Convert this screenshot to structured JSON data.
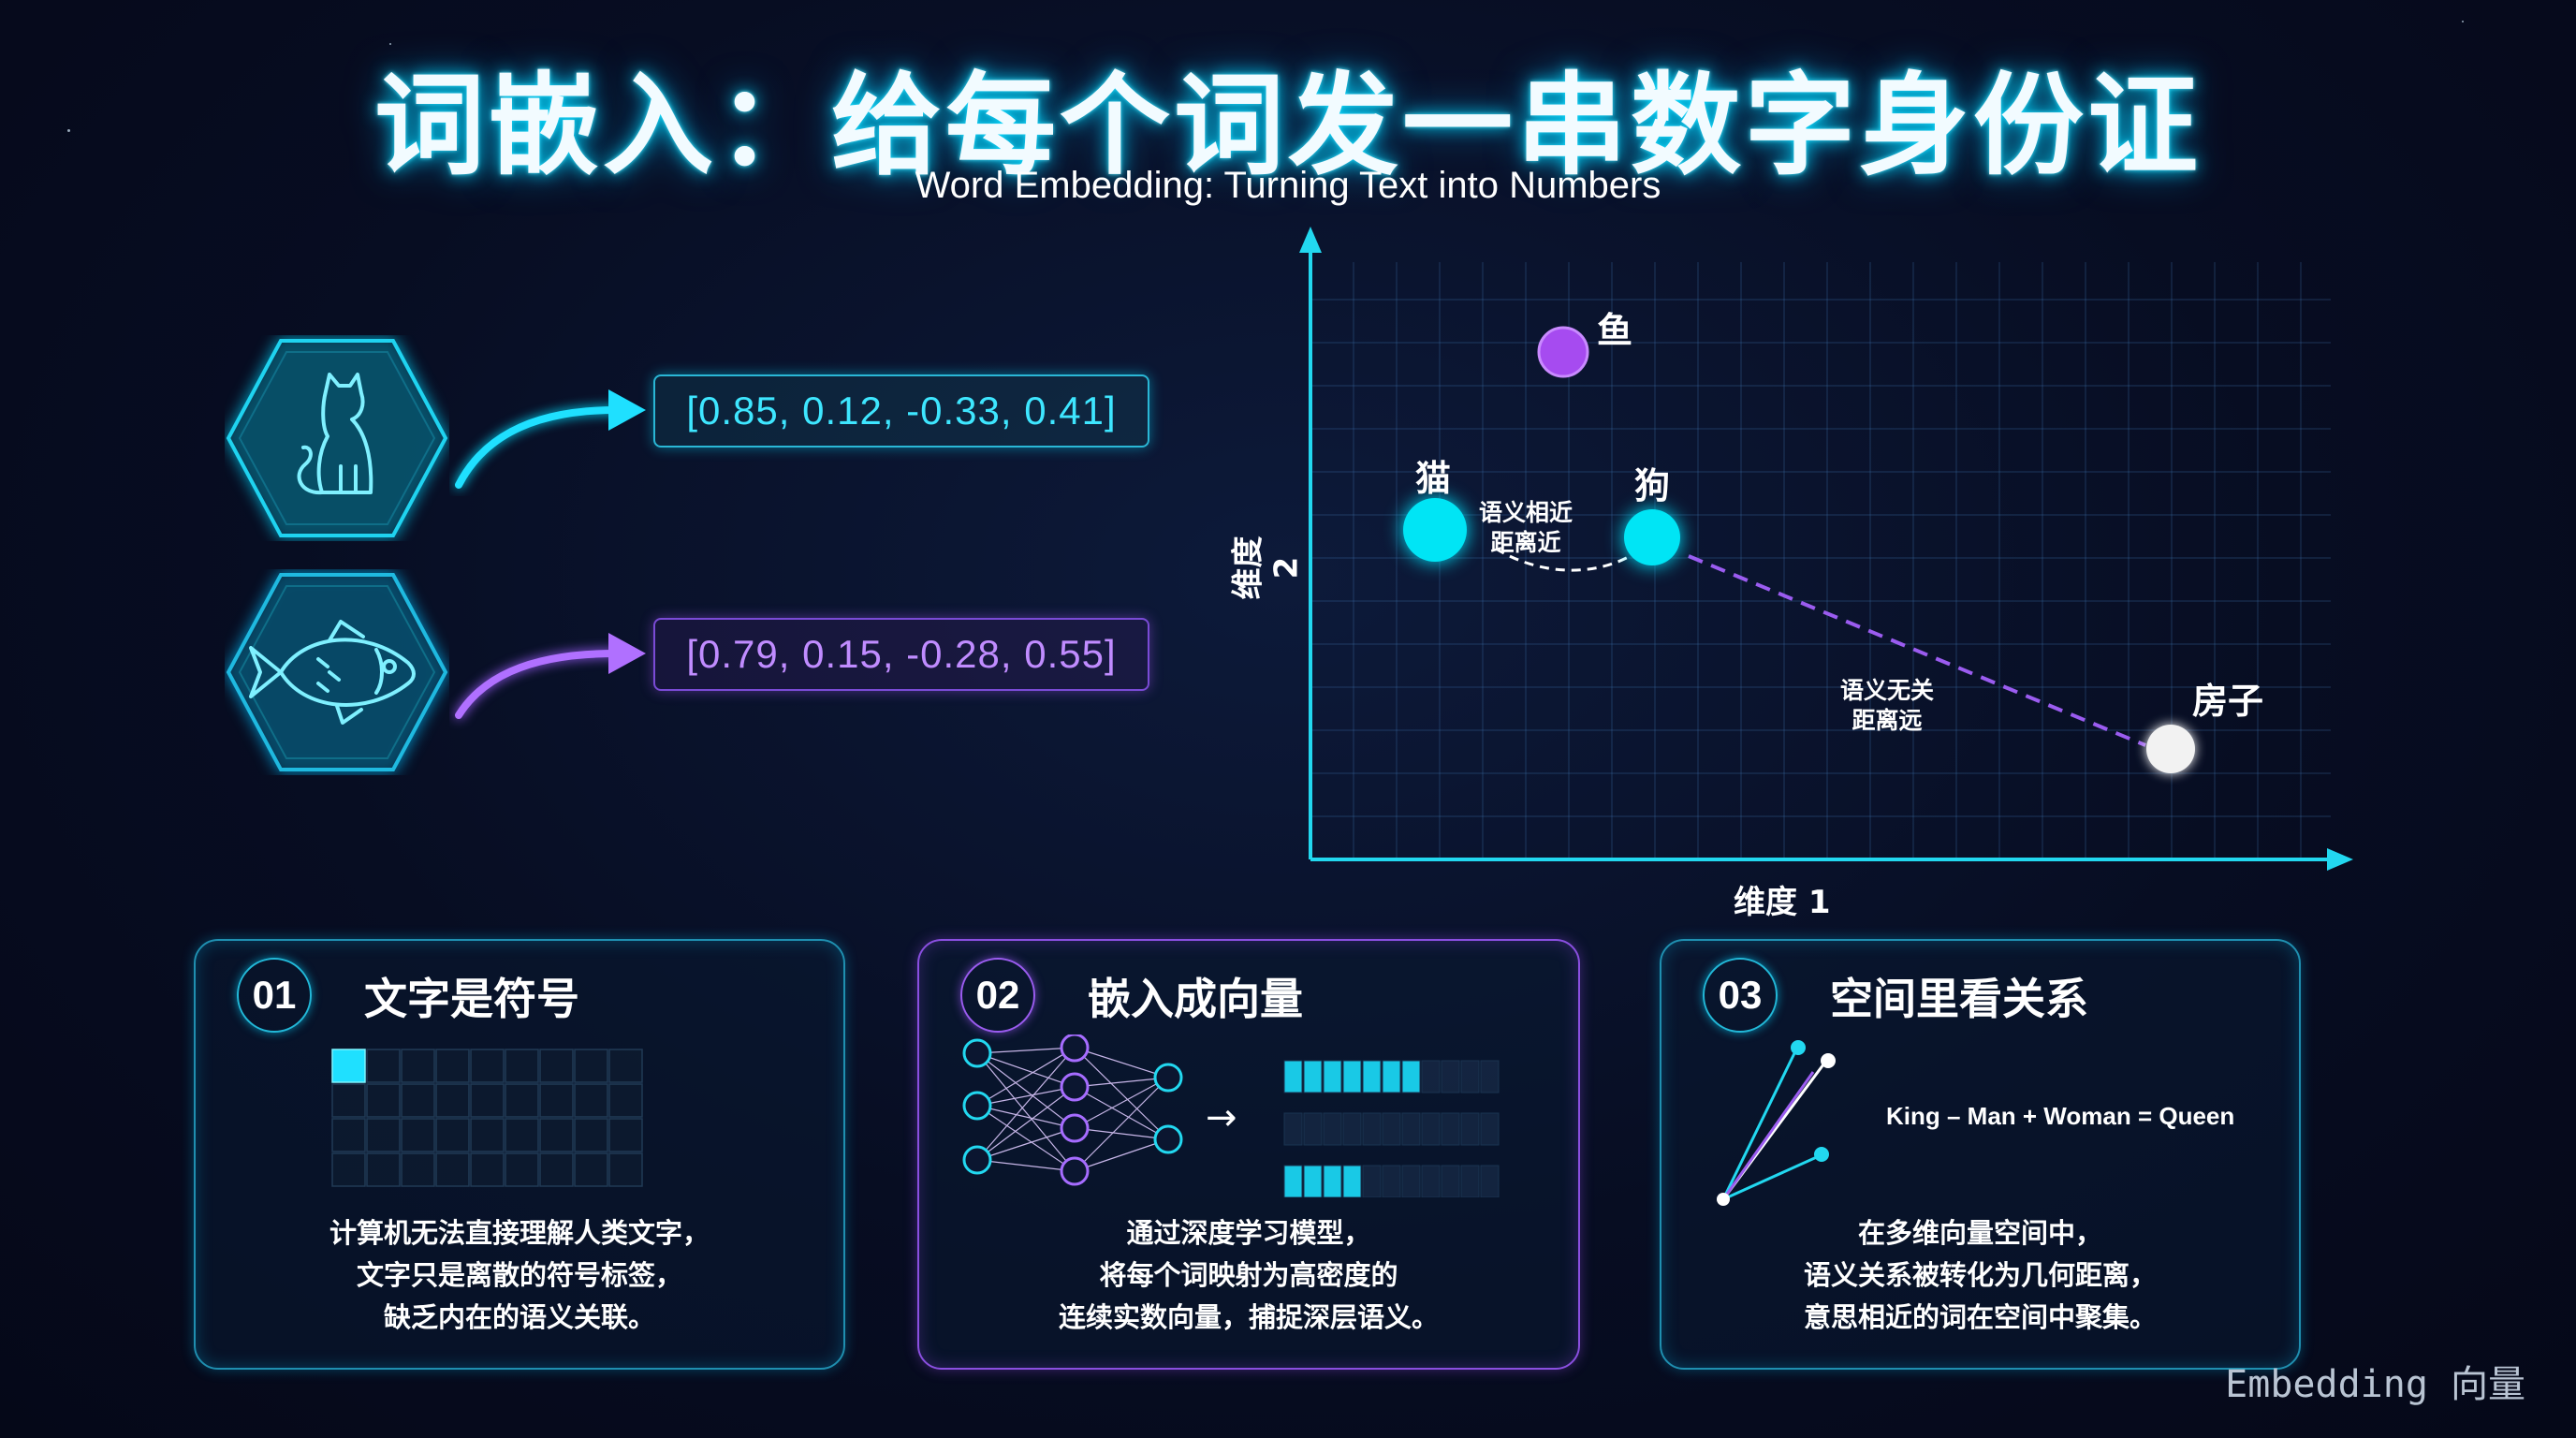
{
  "title": "词嵌入：给每个词发一串数字身份证",
  "subtitle": "Word Embedding: Turning Text into Numbers",
  "examples": [
    {
      "icon": "cat-icon",
      "vector": "[0.85, 0.12, -0.33, 0.41]",
      "color": "#3ee6ff"
    },
    {
      "icon": "fish-icon",
      "vector": "[0.79, 0.15, -0.28, 0.55]",
      "color": "#b07bff"
    }
  ],
  "chart_data": {
    "type": "scatter",
    "xlabel": "维度 1",
    "ylabel": "维度 2",
    "points": [
      {
        "label": "鱼",
        "color": "#a64bf0"
      },
      {
        "label": "猫",
        "color": "#00e5f5"
      },
      {
        "label": "狗",
        "color": "#00e5f5"
      },
      {
        "label": "房子",
        "color": "#f2f2f2"
      }
    ],
    "annotations": [
      {
        "text": [
          "语义相近",
          "距离近"
        ]
      },
      {
        "text": [
          "语义无关",
          "距离远"
        ]
      }
    ],
    "grid": true
  },
  "cards": [
    {
      "num": "01",
      "title": "文字是符号",
      "body": [
        "计算机无法直接理解人类文字，",
        "文字只是离散的符号标签，",
        "缺乏内在的语义关联。"
      ]
    },
    {
      "num": "02",
      "title": "嵌入成向量",
      "body": [
        "通过深度学习模型，",
        "将每个词映射为高密度的",
        "连续实数向量，捕捉深层语义。"
      ]
    },
    {
      "num": "03",
      "title": "空间里看关系",
      "formula": "King – Man + Woman = Queen",
      "body": [
        "在多维向量空间中，",
        "语义关系被转化为几何距离，",
        "意思相近的词在空间中聚集。"
      ]
    }
  ],
  "footer": "Embedding 向量"
}
